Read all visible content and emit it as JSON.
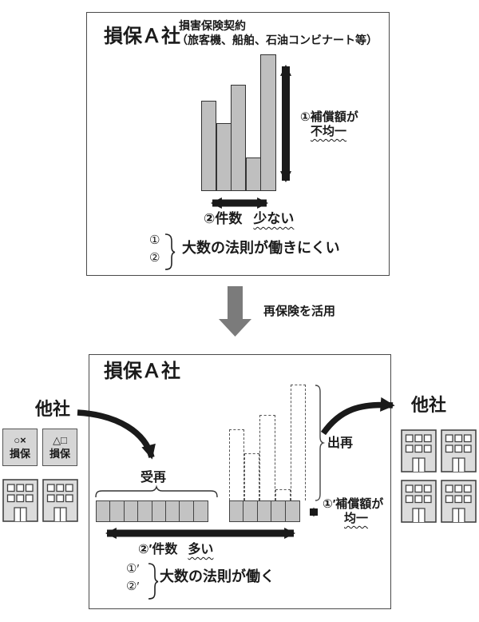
{
  "top_box": {
    "title": "損保Ａ社",
    "contract_label": "損害保険契約",
    "contract_detail": "（旅客機、船舶、石油コンビナート等）",
    "amount_label_1": "①補償額が",
    "amount_label_2": "不均一",
    "count_label": "②件数",
    "count_value": "少ない",
    "note_items": [
      "①",
      "②"
    ],
    "note_text": "大数の法則が働きにくい",
    "bar_heights": [
      113,
      85,
      133,
      42,
      171
    ]
  },
  "transition": {
    "label": "再保険を活用"
  },
  "bottom_box": {
    "title": "損保Ａ社",
    "assumed_label": "受再",
    "ceded_label": "出再",
    "amount_label_1": "①′補償額が",
    "amount_label_2": "均一",
    "count_label": "②′件数",
    "count_value": "多い",
    "note_items": [
      "①′",
      "②′"
    ],
    "note_text": "大数の法則が働く",
    "left_cells": 8,
    "right_cells": 5,
    "dashed_bar_heights": [
      89,
      59,
      107,
      14,
      145
    ]
  },
  "left_side": {
    "label": "他社",
    "companies": [
      {
        "line1": "○×",
        "line2": "損保"
      },
      {
        "line1": "△□",
        "line2": "損保"
      }
    ],
    "buildings": 2
  },
  "right_side": {
    "label": "他社",
    "buildings": 4
  },
  "colors": {
    "bar_fill": "#bfbfbf",
    "cell_fill": "#c3c3c3",
    "arrow_dark": "#1a1a1a",
    "transition_arrow_gray": "#7b7b7b",
    "building_fill": "#dcdcdc"
  }
}
